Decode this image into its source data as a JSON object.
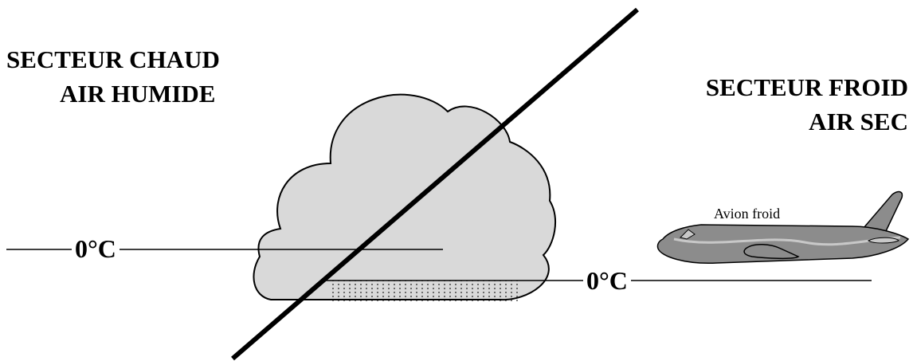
{
  "warm_sector": {
    "line1": "SECTEUR CHAUD",
    "line2": "AIR HUMIDE"
  },
  "cold_sector": {
    "line1": "SECTEUR FROID",
    "line2": "AIR SEC"
  },
  "isotherm_left": {
    "label": "0°C"
  },
  "isotherm_right": {
    "label": "0°C"
  },
  "aircraft": {
    "label": "Avion froid"
  },
  "colors": {
    "cloud_fill": "#d9d9d9",
    "aircraft_body": "#8c8c8c",
    "aircraft_stripe": "#c8c8c8",
    "line": "#000000"
  }
}
